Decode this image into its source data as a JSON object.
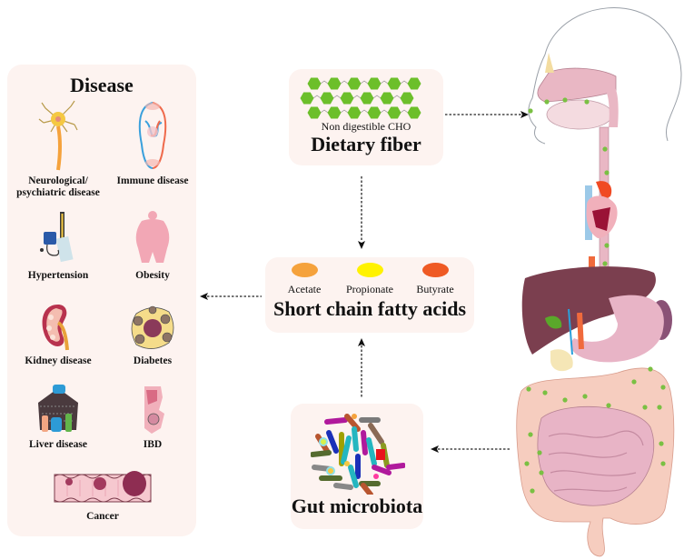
{
  "disease_panel": {
    "title": "Disease",
    "items": [
      {
        "label_line1": "Neurological/",
        "label_line2": "psychiatric disease",
        "icon": "neuron-icon"
      },
      {
        "label_line1": "Immune disease",
        "label_line2": "",
        "icon": "immune-system-icon"
      },
      {
        "label_line1": "Hypertension",
        "label_line2": "",
        "icon": "blood-pressure-monitor-icon"
      },
      {
        "label_line1": "Obesity",
        "label_line2": "",
        "icon": "obese-body-icon"
      },
      {
        "label_line1": "Kidney disease",
        "label_line2": "",
        "icon": "kidney-icon"
      },
      {
        "label_line1": "Diabetes",
        "label_line2": "",
        "icon": "pancreatic-islet-icon"
      },
      {
        "label_line1": "Liver disease",
        "label_line2": "",
        "icon": "liver-lobule-icon"
      },
      {
        "label_line1": "IBD",
        "label_line2": "",
        "icon": "inflamed-bowel-icon"
      },
      {
        "label_line1": "Cancer",
        "label_line2": "",
        "icon": "colon-tumor-icon"
      }
    ]
  },
  "dietary_fiber": {
    "subtitle": "Non digestible CHO",
    "title": "Dietary fiber",
    "hexagon_color": "#6cbf2a"
  },
  "scfa": {
    "title": "Short chain fatty acids",
    "acids": [
      {
        "name": "Acetate",
        "color": "#f5a23c"
      },
      {
        "name": "Propionate",
        "color": "#fff200"
      },
      {
        "name": "Butyrate",
        "color": "#ef5a24"
      }
    ]
  },
  "gut_microbiota": {
    "title": "Gut microbiota"
  },
  "colors": {
    "card_bg": "#fdf3f0",
    "gut_dot": "#7ac043",
    "tissue_pink": "#e9b7c4",
    "colon": "#f6cdbf",
    "liver": "#7b3f4f"
  }
}
